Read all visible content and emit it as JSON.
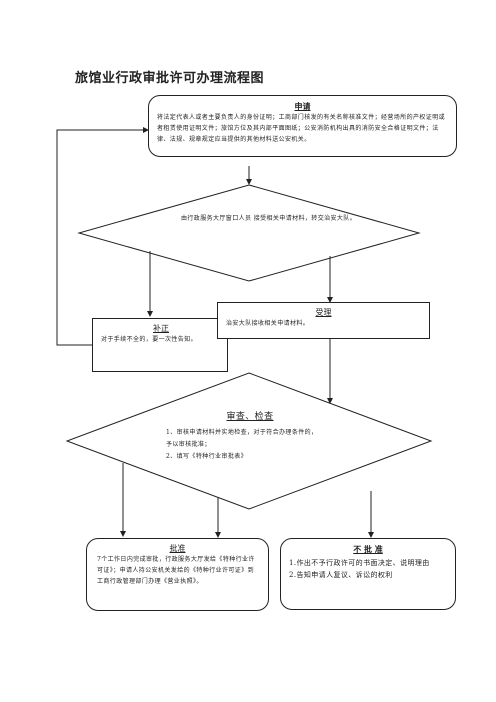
{
  "title": "旅馆业行政审批许可办理流程图",
  "apply": {
    "heading": "申请",
    "text": "将法定代表人或者主要负责人的身份证明；工商部门核发的有关名称核准文件；经营场所的产权证明或者租赁使用证明文件；旅馆方位及其内部平面图纸；公安消防机构出具的消防安全合格证明文件；法律、法规、规章规定应当提供的其他材料送公安机关。"
  },
  "window": {
    "text": "由行政服务大厅窗口人员 接受相关申请材料，转交治安大队。"
  },
  "supplement": {
    "heading": "补正",
    "text": "对于手续不全的，要一次性告知。"
  },
  "accept": {
    "heading": "受理",
    "text": "治安大队接收相关申请材料。"
  },
  "review": {
    "heading": "审查、检查",
    "lines": [
      "1、审核申请材料并实地检查，对于符合办理条件的，",
      "予以审核批准；",
      "2、填写《特种行业审批表》"
    ]
  },
  "approve": {
    "heading": "批准",
    "text": "7个工作日内完成审批，行政服务大厅发给《特种行业许可证》；申请人持公安机关发给的《特种行业许可证》到工商行政管理部门办理《营业执照》。"
  },
  "reject": {
    "heading": "不 批 准",
    "lines": [
      "1.作出不予行政许可的书面决定、说明理由",
      "2.告知申请人复议、诉讼的权利"
    ]
  }
}
